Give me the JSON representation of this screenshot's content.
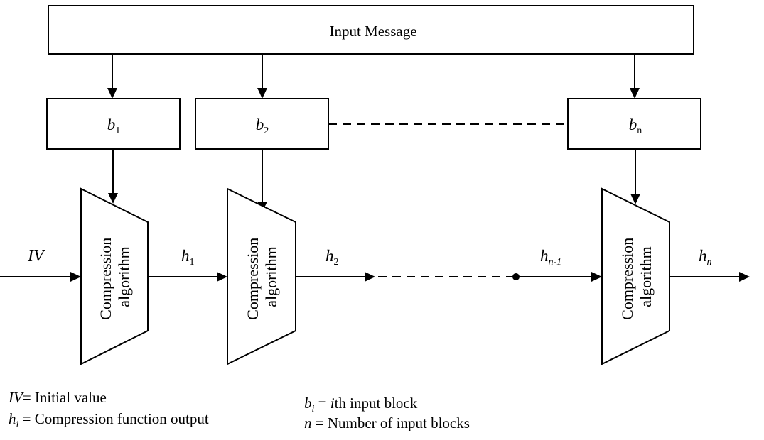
{
  "title": "Input Message",
  "blocks": [
    {
      "base": "b",
      "sub": "1"
    },
    {
      "base": "b",
      "sub": "2"
    },
    {
      "base": "b",
      "sub": "n"
    }
  ],
  "compression": {
    "line1": "Compression",
    "line2": "algorithm"
  },
  "chain": {
    "iv": "IV",
    "h1": {
      "base": "h",
      "sub": "1"
    },
    "h2": {
      "base": "h",
      "sub": "2"
    },
    "hn1": {
      "base": "h",
      "sub": "n-1"
    },
    "hn": {
      "base": "h",
      "sub": "n"
    }
  },
  "legend": {
    "iv": {
      "sym": "IV",
      "text": "= Initial value"
    },
    "hi": {
      "sym": "h",
      "sub": "i",
      "text": " = Compression function output"
    },
    "bi": {
      "sym": "b",
      "sub": "i",
      "eq": " = ",
      "ivar": "i",
      "text": "th input block"
    },
    "n": {
      "sym": "n",
      "text": " = Number of input blocks"
    }
  }
}
